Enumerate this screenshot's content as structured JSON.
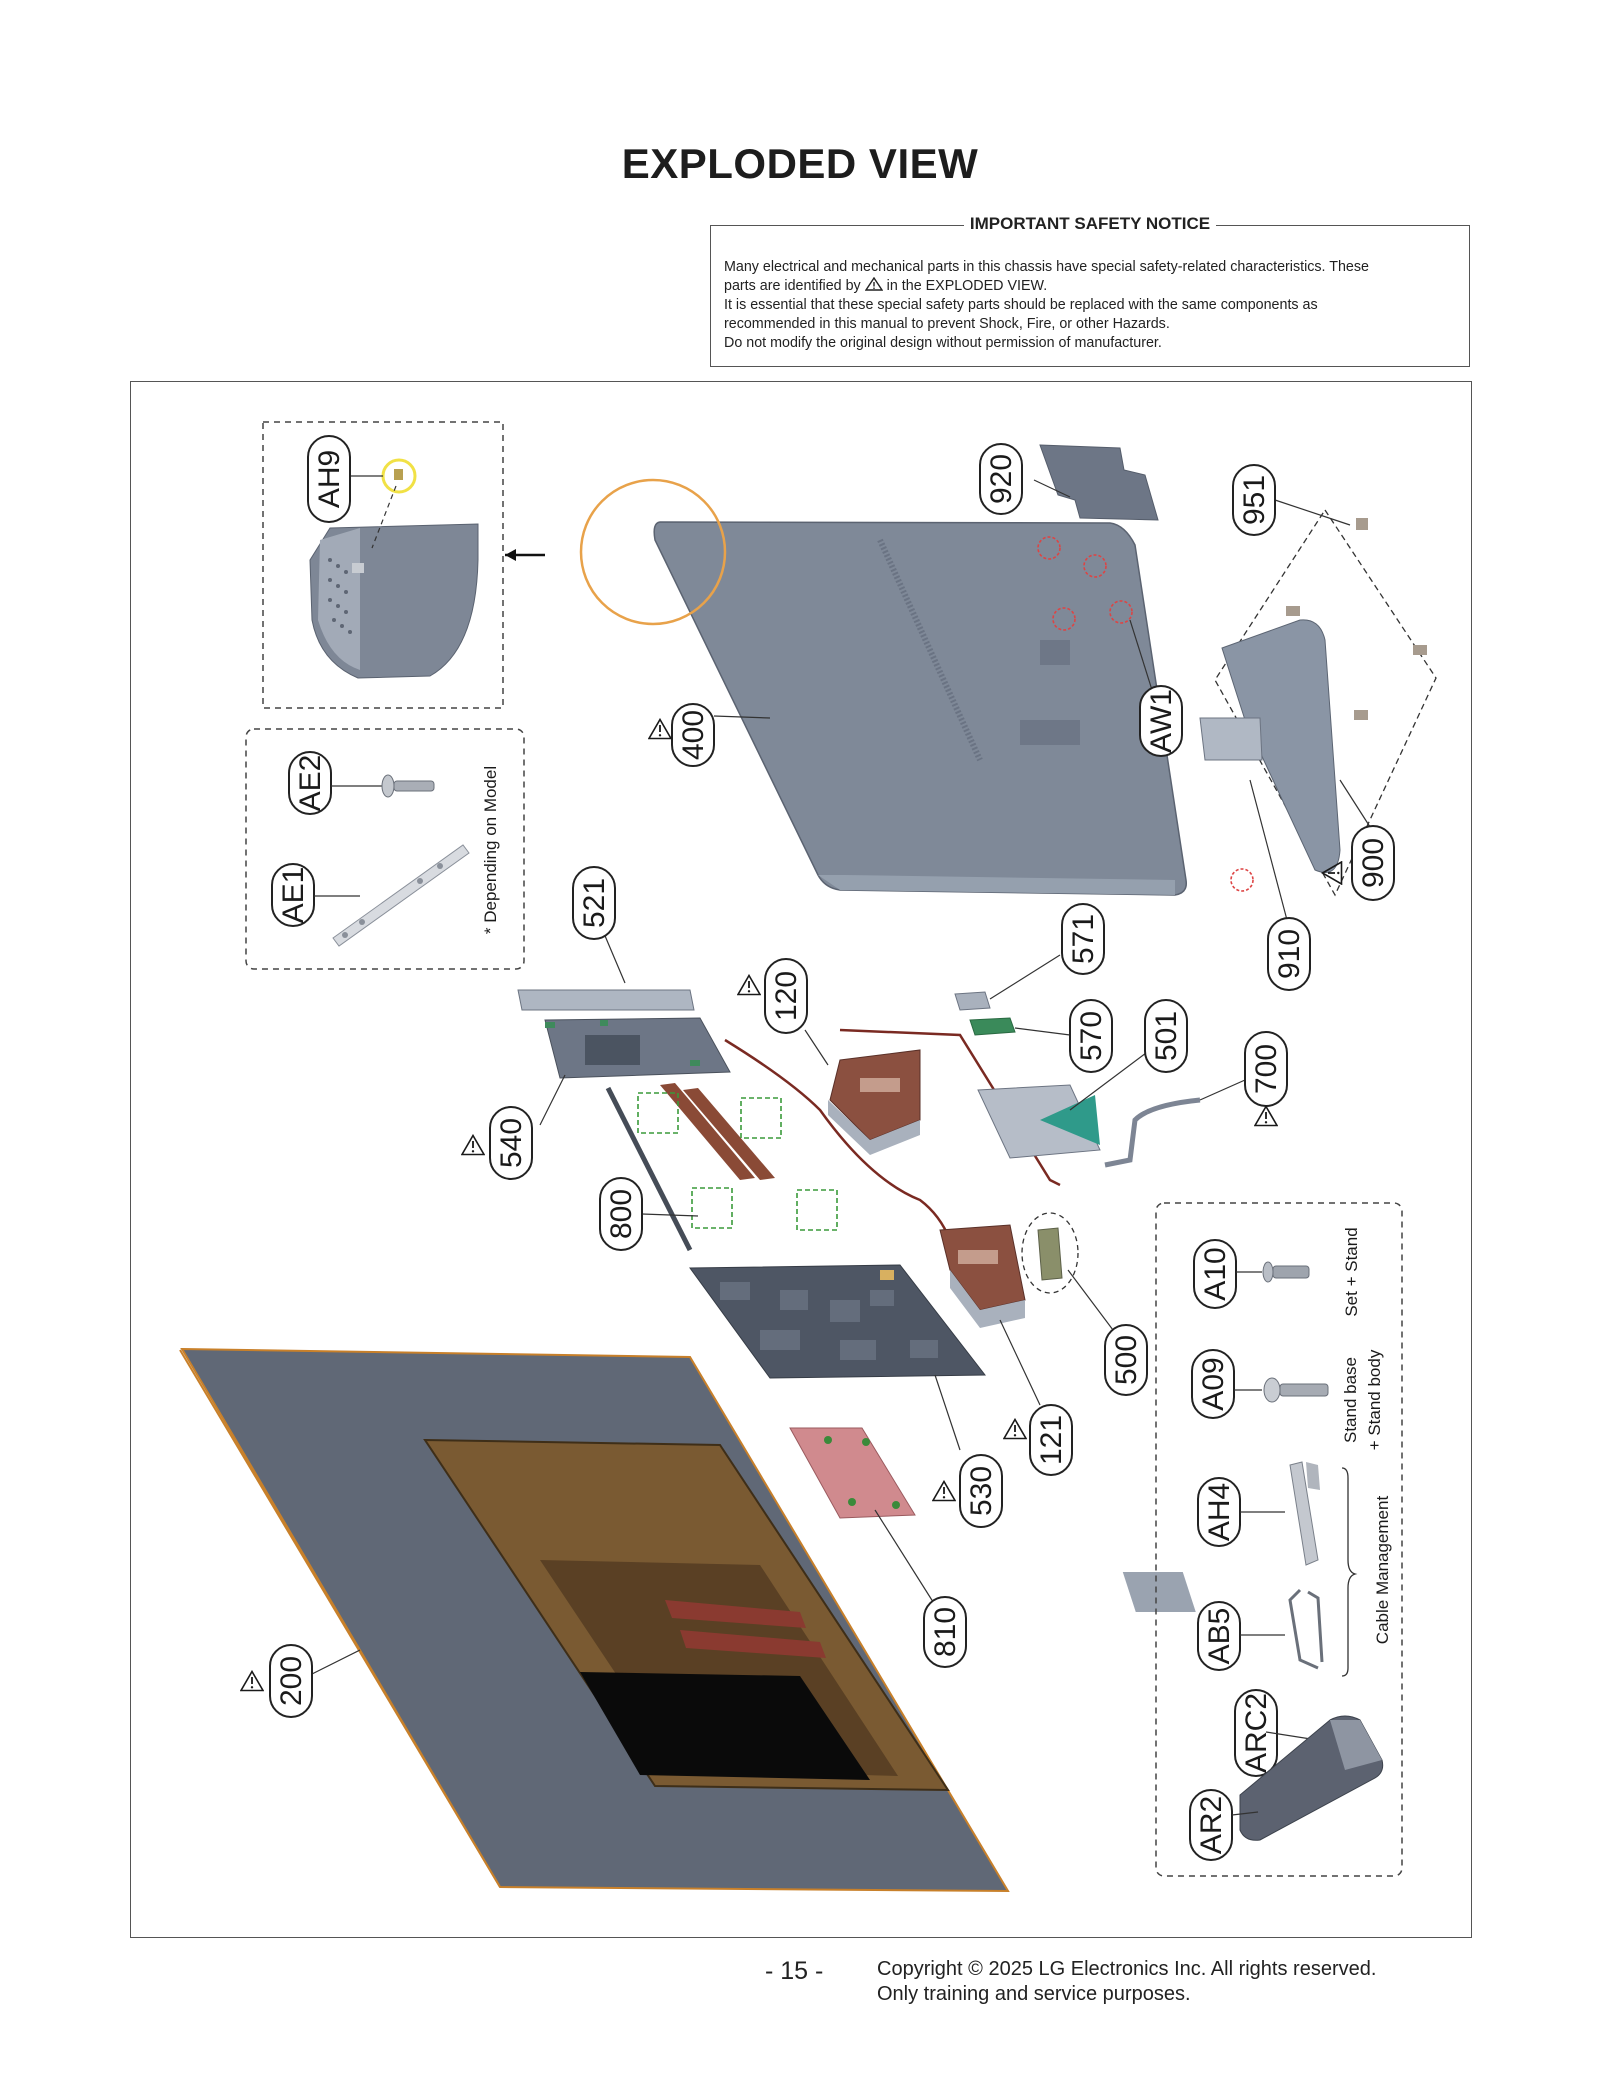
{
  "page": {
    "title": "EXPLODED VIEW",
    "page_number": "- 15 -",
    "copyright_line1": "Copyright © 2025 LG Electronics Inc. All rights reserved.",
    "copyright_line2": "Only training and service purposes."
  },
  "notice": {
    "title": "IMPORTANT SAFETY NOTICE",
    "line1": "Many electrical and mechanical parts in this chassis have special safety-related characteristics. These",
    "line2_pre": "parts are identified by",
    "line2_post": "in the EXPLODED VIEW.",
    "line3": "It is essential that these special safety parts should be replaced with the same components as",
    "line4": "recommended in this manual to prevent Shock, Fire, or other Hazards.",
    "line5": "Do not modify the original design without permission of manufacturer."
  },
  "diagram": {
    "inset_note": "* Depending on Model",
    "stand_note_1": "Set + Stand",
    "stand_note_2a": "Stand base",
    "stand_note_2b": "+ Stand body",
    "cable_note": "Cable Management",
    "parts": {
      "p_ah9": "AH9",
      "p_ae2": "AE2",
      "p_ae1": "AE1",
      "p_920": "920",
      "p_951": "951",
      "p_400": "400",
      "p_aw1": "AW1",
      "p_900": "900",
      "p_910": "910",
      "p_521": "521",
      "p_120": "120",
      "p_571": "571",
      "p_570": "570",
      "p_501": "501",
      "p_700": "700",
      "p_540": "540",
      "p_800": "800",
      "p_500": "500",
      "p_121": "121",
      "p_530": "530",
      "p_810": "810",
      "p_200": "200",
      "p_a10": "A10",
      "p_a09": "A09",
      "p_ah4": "AH4",
      "p_ab5": "AB5",
      "p_arc2": "ARC2",
      "p_ar2": "AR2"
    }
  }
}
